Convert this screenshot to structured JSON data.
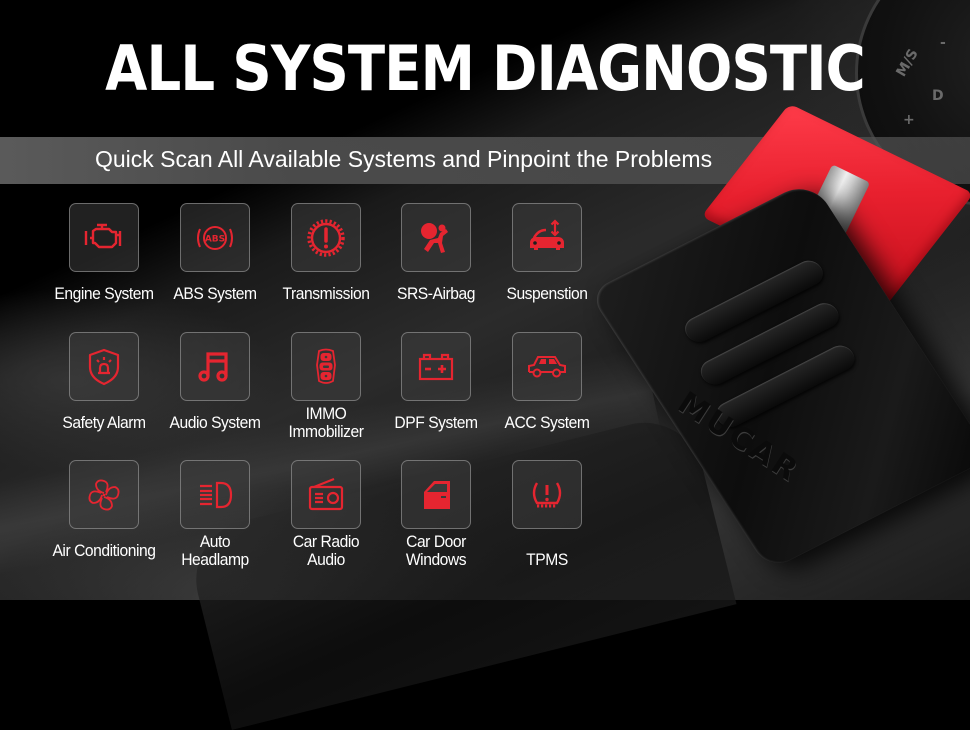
{
  "banner": {
    "title": "ALL SYSTEM DIAGNOSTIC",
    "subtitle": "Quick Scan All Available Systems and Pinpoint the Problems"
  },
  "colors": {
    "icon_red": "#e52530",
    "background": "#000000",
    "band": "#4e4e4e",
    "text": "#ffffff"
  },
  "systems": [
    {
      "label": "Engine System",
      "icon": "engine-icon"
    },
    {
      "label": "ABS System",
      "icon": "abs-icon",
      "icon_text": "ABS"
    },
    {
      "label": "Transmission",
      "icon": "transmission-gear-warning-icon"
    },
    {
      "label": "SRS-Airbag",
      "icon": "airbag-icon"
    },
    {
      "label": "Suspenstion",
      "icon": "suspension-car-icon"
    },
    {
      "label": "Safety Alarm",
      "icon": "safety-alarm-shield-icon"
    },
    {
      "label": "Audio System",
      "icon": "music-note-icon"
    },
    {
      "label_line1": "IMMO",
      "label_line2": "Immobilizer",
      "icon": "key-fob-icon"
    },
    {
      "label": "DPF System",
      "icon": "battery-icon"
    },
    {
      "label": "ACC System",
      "icon": "car-icon"
    },
    {
      "label": "Air Conditioning",
      "icon": "fan-icon"
    },
    {
      "label_line1": "Auto",
      "label_line2": "Headlamp",
      "icon": "headlamp-icon"
    },
    {
      "label_line1": "Car Radio",
      "label_line2": "Audio",
      "icon": "radio-icon"
    },
    {
      "label_line1": "Car Door",
      "label_line2": "Windows",
      "icon": "car-door-icon"
    },
    {
      "label": "TPMS",
      "icon": "tire-pressure-icon"
    }
  ],
  "device": {
    "brand": "MUCAR"
  },
  "gauge": {
    "labels": [
      "M/S",
      "D",
      "-",
      "+"
    ]
  }
}
